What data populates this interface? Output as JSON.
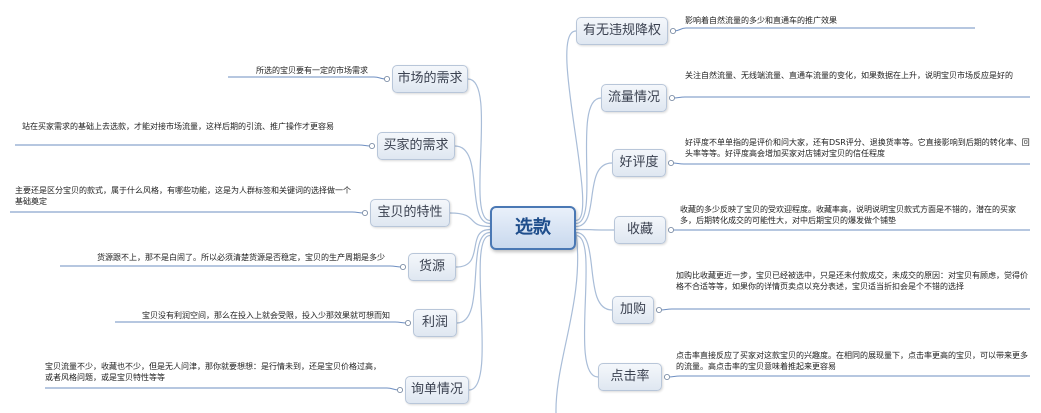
{
  "root": {
    "label": "选款"
  },
  "right_topics": [
    {
      "label": "有无违规降权",
      "note": "影响着自然流量的多少和直通车的推广效果"
    },
    {
      "label": "流量情况",
      "note": "关注自然流量、无线端流量、直通车流量的变化，如果数据在上升，说明宝贝市场反应是好的"
    },
    {
      "label": "好评度",
      "note": "好评度不单单指的是评价和问大家，还有DSR评分、退换货率等。它直接影响到后期的转化率、回头率等等。好评度高会增加买家对店铺对宝贝的信任程度"
    },
    {
      "label": "收藏",
      "note": "收藏的多少反映了宝贝的受欢迎程度。收藏率高，说明说明宝贝款式方面是不错的，潜在的买家多，后期转化成交的可能性大，对中后期宝贝的爆发做个铺垫"
    },
    {
      "label": "加购",
      "note": "加购比收藏更近一步，宝贝已经被选中，只是还未付款成交，未成交的原因：对宝贝有顾虑，觉得价格不合适等等，如果你的详情页卖点以充分表述，宝贝适当折扣会是个不错的选择"
    },
    {
      "label": "点击率",
      "note": "点击率直接反应了买家对这款宝贝的兴趣度。在相同的展现量下，点击率更高的宝贝，可以带来更多的流量。高点击率的宝贝意味着推起来更容易"
    }
  ],
  "left_topics": [
    {
      "label": "市场的需求",
      "note": "所选的宝贝要有一定的市场需求"
    },
    {
      "label": "买家的需求",
      "note": "站在买家需求的基础上去选款，才能对接市场流量，这样后期的引流、推广操作才更容易"
    },
    {
      "label": "宝贝的特性",
      "note": "主要还是区分宝贝的款式，属于什么风格，有哪些功能，这是为人群标签和关键词的选择做一个基础奠定"
    },
    {
      "label": "货源",
      "note": "货源跟不上，那不是白闹了。所以必须清楚货源是否稳定，宝贝的生产周期是多少"
    },
    {
      "label": "利润",
      "note": "宝贝没有利润空间，那么在投入上就会受限，投入少那效果就可想而知"
    },
    {
      "label": "询单情况",
      "note": "宝贝流量不少，收藏也不少，但是无人问津，那你就要想想：是行情未到，还是宝贝价格过高，或者风格问题，或是宝贝特性等等"
    }
  ]
}
